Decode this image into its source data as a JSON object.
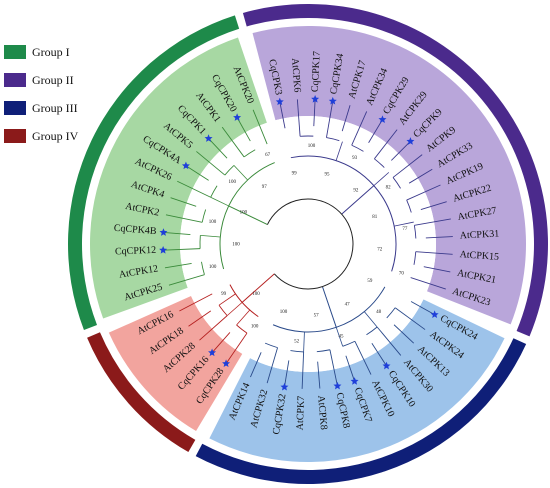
{
  "legend": {
    "items": [
      {
        "label": "Group I",
        "color": "#1e8a4a"
      },
      {
        "label": "Group II",
        "color": "#4b2a8c"
      },
      {
        "label": "Group III",
        "color": "#0f1f78"
      },
      {
        "label": "Group IV",
        "color": "#8b1a1a"
      }
    ]
  },
  "tree": {
    "groups": [
      {
        "name": "Group I",
        "ring_color": "#1e8a4a",
        "sector_color": "#a7d8a3",
        "branch_color": "#3a8a3a"
      },
      {
        "name": "Group II",
        "ring_color": "#4b2a8c",
        "sector_color": "#b9a6da",
        "branch_color": "#3b3a8c"
      },
      {
        "name": "Group III",
        "ring_color": "#0f1f78",
        "sector_color": "#9dc3ea",
        "branch_color": "#2a4a8a"
      },
      {
        "name": "Group IV",
        "ring_color": "#8b1a1a",
        "sector_color": "#f2a49e",
        "branch_color": "#b52020"
      }
    ],
    "star_color": "#1f3fd9",
    "leaves": [
      {
        "label": "AtCPK25",
        "group": 0,
        "star": false
      },
      {
        "label": "AtCPK12",
        "group": 0,
        "star": false
      },
      {
        "label": "CqCPK12",
        "group": 0,
        "star": true
      },
      {
        "label": "CqCPK4B",
        "group": 0,
        "star": true
      },
      {
        "label": "AtCPK2",
        "group": 0,
        "star": false
      },
      {
        "label": "AtCPK4",
        "group": 0,
        "star": false
      },
      {
        "label": "AtCPK26",
        "group": 0,
        "star": false
      },
      {
        "label": "CqCPK4A",
        "group": 0,
        "star": true
      },
      {
        "label": "AtCPK5",
        "group": 0,
        "star": false
      },
      {
        "label": "CqCPK1",
        "group": 0,
        "star": true
      },
      {
        "label": "AtCPK1",
        "group": 0,
        "star": false
      },
      {
        "label": "CqCPK20",
        "group": 0,
        "star": true
      },
      {
        "label": "AtCPK20",
        "group": 0,
        "star": false
      },
      {
        "label": "CqCPK3",
        "group": 1,
        "star": true
      },
      {
        "label": "AtCPK6",
        "group": 1,
        "star": false
      },
      {
        "label": "CqCPK17",
        "group": 1,
        "star": true
      },
      {
        "label": "CqCPK34",
        "group": 1,
        "star": true
      },
      {
        "label": "AtCPK17",
        "group": 1,
        "star": false
      },
      {
        "label": "AtCPK34",
        "group": 1,
        "star": false
      },
      {
        "label": "CqCPK29",
        "group": 1,
        "star": true
      },
      {
        "label": "AtCPK29",
        "group": 1,
        "star": false
      },
      {
        "label": "CqCPK9",
        "group": 1,
        "star": true
      },
      {
        "label": "AtCPK9",
        "group": 1,
        "star": false
      },
      {
        "label": "AtCPK33",
        "group": 1,
        "star": false
      },
      {
        "label": "AtCPK19",
        "group": 1,
        "star": false
      },
      {
        "label": "AtCPK22",
        "group": 1,
        "star": false
      },
      {
        "label": "AtCPK27",
        "group": 1,
        "star": false
      },
      {
        "label": "AtCPK31",
        "group": 1,
        "star": false
      },
      {
        "label": "AtCPK15",
        "group": 1,
        "star": false
      },
      {
        "label": "AtCPK21",
        "group": 1,
        "star": false
      },
      {
        "label": "AtCPK23",
        "group": 1,
        "star": false
      },
      {
        "label": "CqCPK24",
        "group": 2,
        "star": true
      },
      {
        "label": "AtCPK24",
        "group": 2,
        "star": false
      },
      {
        "label": "AtCPK13",
        "group": 2,
        "star": false
      },
      {
        "label": "AtCPK30",
        "group": 2,
        "star": false
      },
      {
        "label": "CqCPK10",
        "group": 2,
        "star": true
      },
      {
        "label": "AtCPK10",
        "group": 2,
        "star": false
      },
      {
        "label": "CqCPK7",
        "group": 2,
        "star": true
      },
      {
        "label": "CqCPK8",
        "group": 2,
        "star": true
      },
      {
        "label": "AtCPK8",
        "group": 2,
        "star": false
      },
      {
        "label": "AtCPK7",
        "group": 2,
        "star": false
      },
      {
        "label": "CqCPK32",
        "group": 2,
        "star": true
      },
      {
        "label": "AtCPK32",
        "group": 2,
        "star": false
      },
      {
        "label": "AtCPK14",
        "group": 2,
        "star": false
      },
      {
        "label": "CqCPK28",
        "group": 3,
        "star": true
      },
      {
        "label": "CqCPK16",
        "group": 3,
        "star": true
      },
      {
        "label": "AtCPK28",
        "group": 3,
        "star": false
      },
      {
        "label": "AtCPK18",
        "group": 3,
        "star": false
      },
      {
        "label": "AtCPK16",
        "group": 3,
        "star": false
      }
    ],
    "bootstrap": [
      "100",
      "100",
      "100",
      "100",
      "100",
      "97",
      "67",
      "99",
      "100",
      "95",
      "93",
      "92",
      "82",
      "81",
      "77",
      "72",
      "70",
      "59",
      "48",
      "47",
      "45",
      "57",
      "52",
      "100",
      "100",
      "100",
      "99"
    ]
  }
}
